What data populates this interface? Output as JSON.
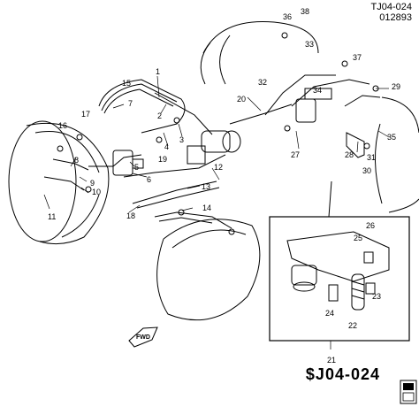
{
  "header": {
    "code": "TJ04-024",
    "number": "012893"
  },
  "footer": {
    "code": "$J04-024"
  },
  "fwd_label": "FWD",
  "callouts": [
    "1",
    "2",
    "3",
    "4",
    "5",
    "6",
    "7",
    "8",
    "9",
    "10",
    "11",
    "12",
    "13",
    "14",
    "15",
    "16",
    "17",
    "18",
    "19",
    "20",
    "21",
    "22",
    "23",
    "24",
    "25",
    "26",
    "27",
    "28",
    "29",
    "30",
    "31",
    "32",
    "33",
    "34",
    "35",
    "36",
    "37",
    "38"
  ]
}
